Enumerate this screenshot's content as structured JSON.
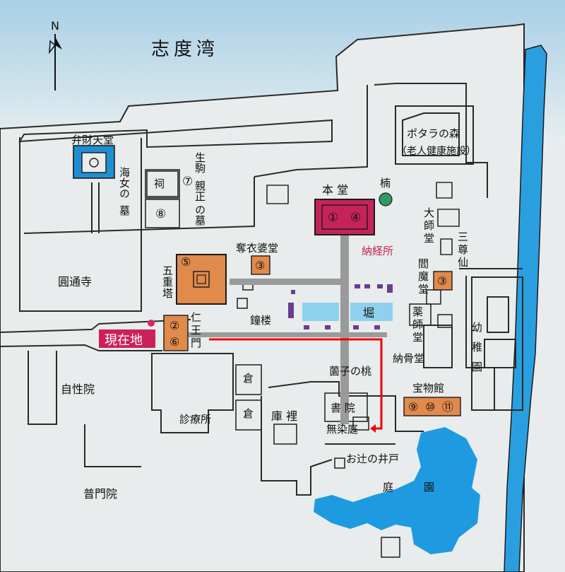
{
  "sea": {
    "label": "志度湾"
  },
  "compass": {
    "label": "N"
  },
  "labels": {
    "benzaiten": "弁財天堂",
    "ama_grave_1": "海女の",
    "ama_grave_2": "墓",
    "hokora": "祠",
    "ikoma_1": "生駒",
    "ikoma_2": "親正",
    "ikoma_3": "の墓",
    "entsuji": "圓通寺",
    "jishoin": "自性院",
    "fumonin": "普門院",
    "shinryojo": "診療所",
    "kuri": "庫 裡",
    "kura1": "倉",
    "kura2": "倉",
    "shoin": "書 院",
    "mushotei": "無染庭",
    "otsuji": "お辻の井戸",
    "teien_1": "庭",
    "teien_2": "園",
    "hondo": "本 堂",
    "kusunoki": "楠",
    "nokyosho": "納経所",
    "datsueba": "奪衣婆堂",
    "goju_1": "五",
    "goju_2": "重",
    "goju_3": "塔",
    "shoro": "鐘楼",
    "niomon_1": "仁",
    "niomon_2": "王",
    "niomon_3": "門",
    "hori": "堀",
    "ranjo": "薗子の桃",
    "nokotsudo": "納骨堂",
    "yakushido_1": "薬",
    "yakushido_2": "師",
    "yakushido_3": "堂",
    "enmado_1": "閻",
    "enmado_2": "魔",
    "enmado_3": "堂",
    "daishido_1": "大",
    "daishido_2": "師",
    "daishido_3": "堂",
    "sanzon_1": "三",
    "sanzon_2": "尊",
    "sanzon_3": "仙",
    "hotsukan": "宝物館",
    "youchien_1": "幼",
    "youchien_2": "稚",
    "youchien_3": "園",
    "potala_1": "ポタラの森",
    "potala_2": "（老人健康施設）",
    "current": "現在地"
  },
  "markers": {
    "m7": "⑦",
    "m8": "⑧",
    "m1": "①",
    "m4": "④",
    "m5": "⑤",
    "m3a": "③",
    "m3b": "③",
    "m2": "②",
    "m6": "⑥",
    "m9": "⑨",
    "m10": "⑩",
    "m11": "⑪"
  },
  "colors": {
    "background": "#e9ecec",
    "sea_top": "#a9cfe6",
    "sea_bottom": "#e6eef0",
    "outline": "#2a2a2a",
    "hall_crimson": "#c4245a",
    "marker_orange": "#e08a4c",
    "river_blue": "#2a9fe0",
    "pond_blue": "#1e9be0",
    "moat_light_blue": "#8fd0ee",
    "path_gray": "#9a9a9a",
    "route_red": "#f00000",
    "tree_green": "#2f9a63",
    "current_label_bg": "#cc2158",
    "accent_purple": "#6a3d8f"
  }
}
